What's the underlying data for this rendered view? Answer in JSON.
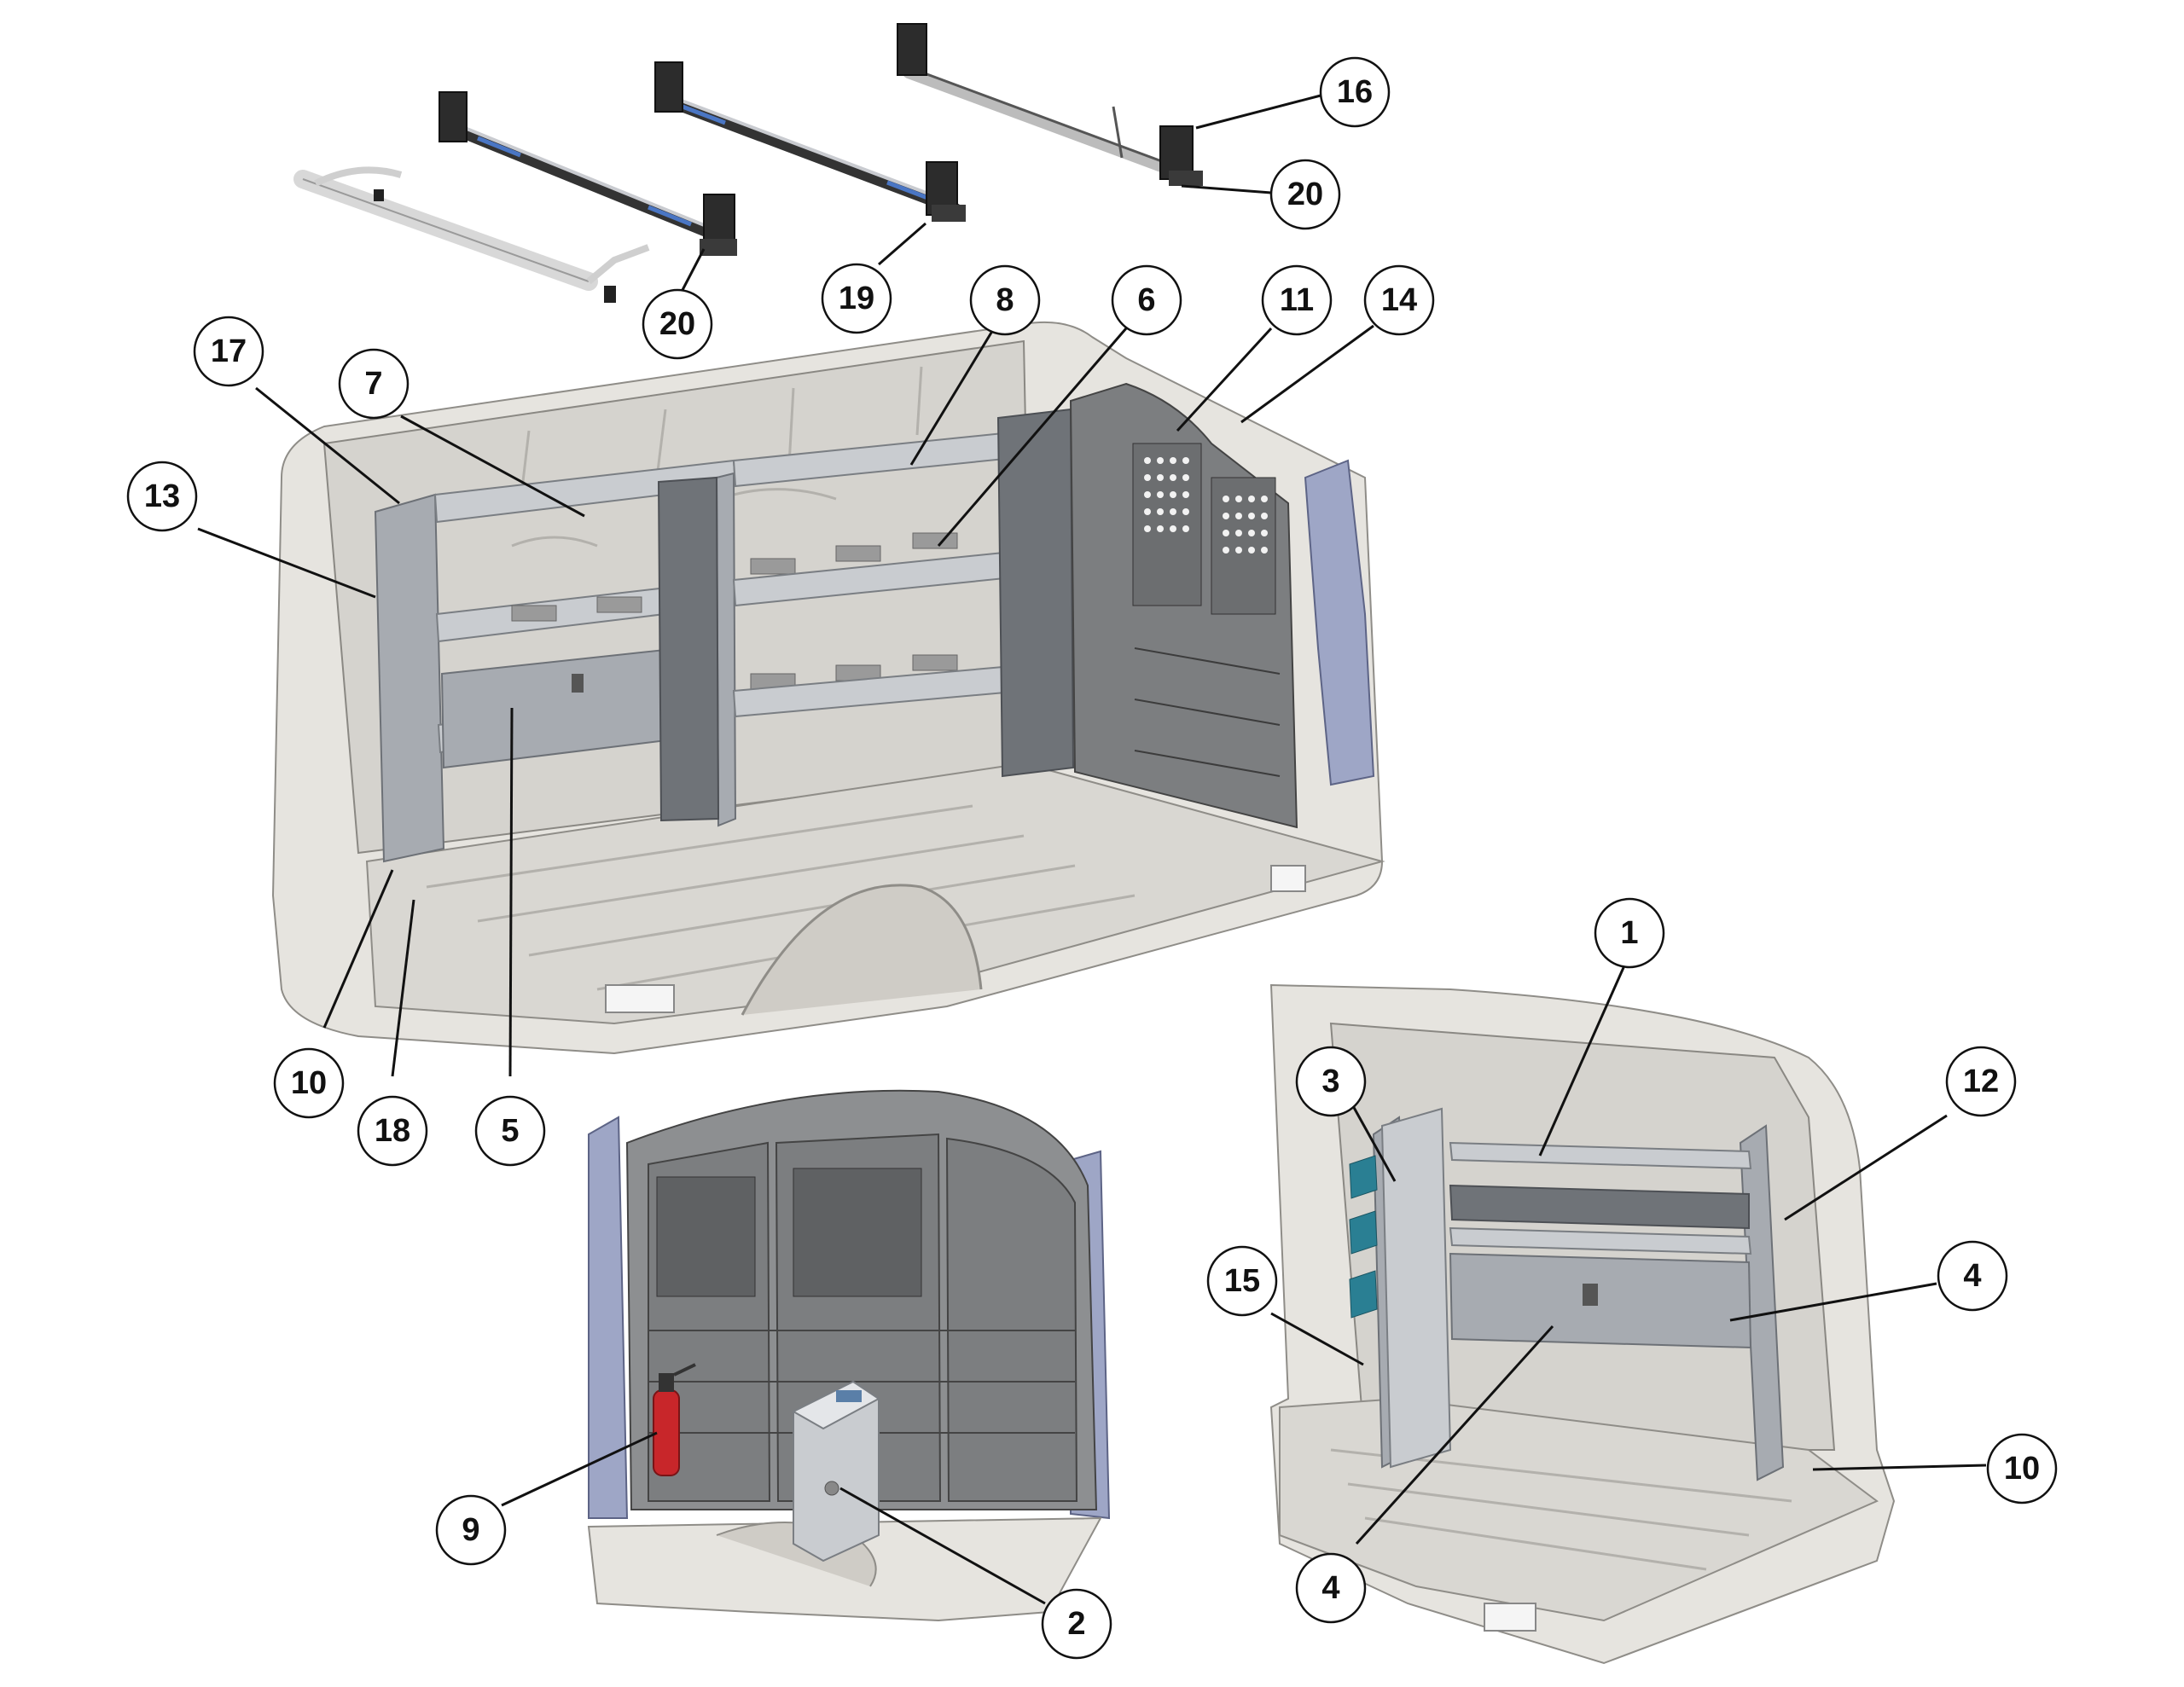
{
  "callouts": [
    {
      "id": "c16",
      "label": "16"
    },
    {
      "id": "c20a",
      "label": "20"
    },
    {
      "id": "c20b",
      "label": "20"
    },
    {
      "id": "c19",
      "label": "19"
    },
    {
      "id": "c8",
      "label": "8"
    },
    {
      "id": "c6",
      "label": "6"
    },
    {
      "id": "c11",
      "label": "11"
    },
    {
      "id": "c14",
      "label": "14"
    },
    {
      "id": "c17",
      "label": "17"
    },
    {
      "id": "c7",
      "label": "7"
    },
    {
      "id": "c13",
      "label": "13"
    },
    {
      "id": "c10a",
      "label": "10"
    },
    {
      "id": "c18",
      "label": "18"
    },
    {
      "id": "c5",
      "label": "5"
    },
    {
      "id": "c1",
      "label": "1"
    },
    {
      "id": "c3",
      "label": "3"
    },
    {
      "id": "c12",
      "label": "12"
    },
    {
      "id": "c15",
      "label": "15"
    },
    {
      "id": "c4a",
      "label": "4"
    },
    {
      "id": "c4b",
      "label": "4"
    },
    {
      "id": "c10b",
      "label": "10"
    },
    {
      "id": "c9",
      "label": "9"
    },
    {
      "id": "c2",
      "label": "2"
    }
  ],
  "colors": {
    "extinguisher": "#c8262a",
    "bin_accent": "#2a7f93",
    "pillar_blue": "#9ea6c6",
    "rack_blue": "#4a76c4"
  },
  "illustrations": [
    "roof-rack-ladder",
    "roof-rack-1",
    "roof-rack-2",
    "van-interior-shelving-main",
    "bulkhead-partition-view",
    "rear-door-shelving-view"
  ]
}
